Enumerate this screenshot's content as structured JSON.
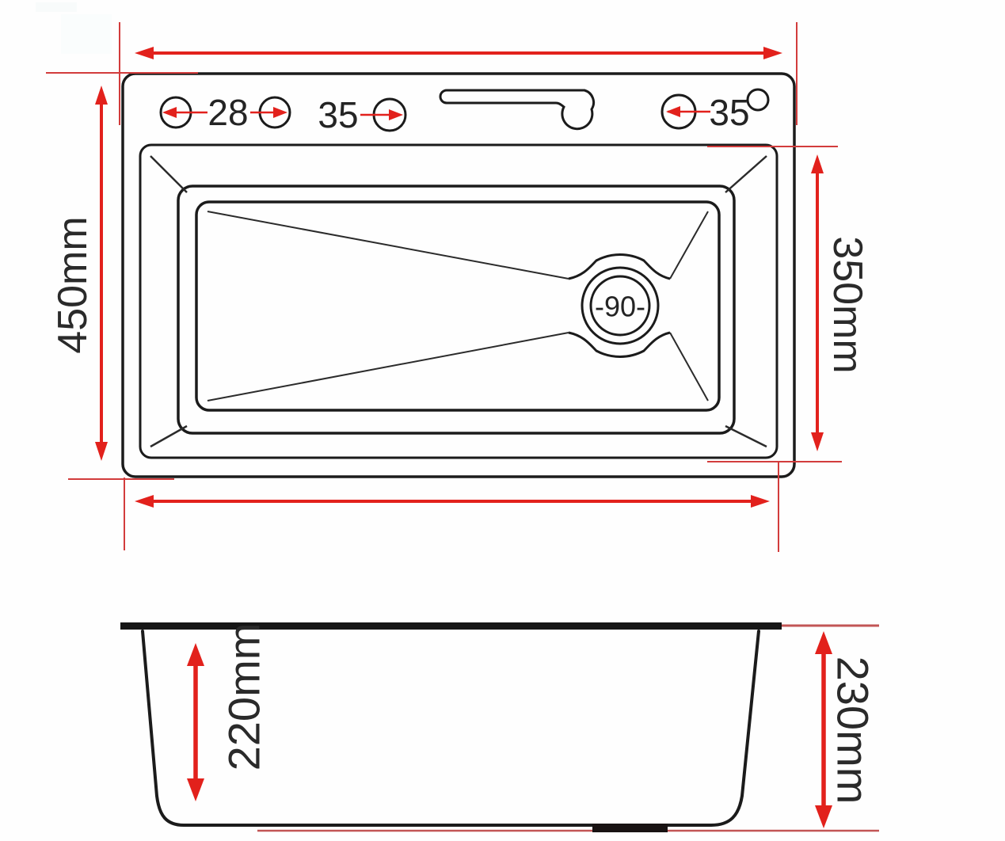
{
  "diagram": {
    "type": "sink-dimension-drawing",
    "views": [
      "top-view",
      "side-view (section)"
    ]
  },
  "top_view": {
    "hole_labels": [
      "28",
      "35",
      "35"
    ],
    "drain_label": "-90-",
    "dim_left": "450mm",
    "dim_right": "350mm",
    "hole_diameters_mm": [
      28,
      35,
      35
    ],
    "drain_diameter_mm": 90
  },
  "side_view": {
    "dim_inner_depth": "220mm",
    "dim_overall_height": "230mm",
    "inner_depth_mm": 220,
    "overall_height_mm": 230
  },
  "colors": {
    "line_black": "#1b1b1b",
    "arrow_red": "#e2211c",
    "extension_red": "#d23c3c",
    "faded_red": "#c25555",
    "background": "#fefefe"
  }
}
